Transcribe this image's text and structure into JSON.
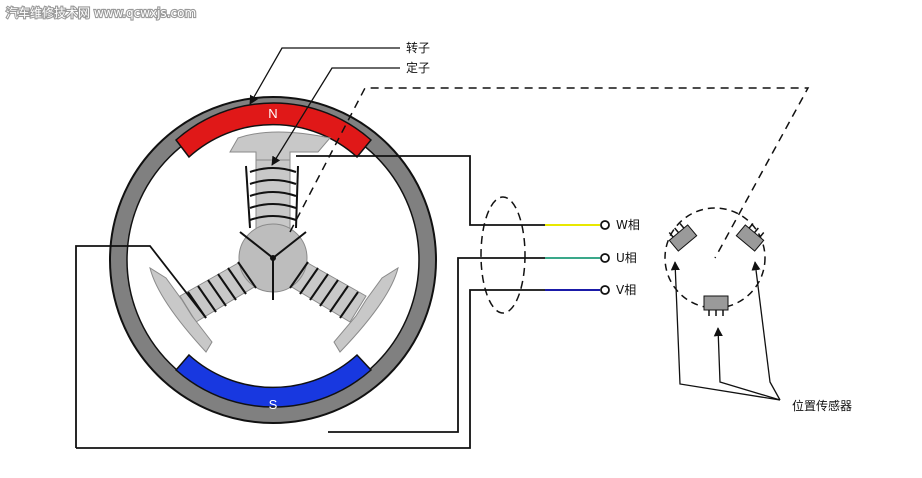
{
  "watermark": "汽车维修技术网 www.qcwxjs.com",
  "labels": {
    "rotor": "转子",
    "stator": "定子",
    "position_sensor": "位置传感器"
  },
  "poles": {
    "north": "N",
    "south": "S"
  },
  "phases": [
    {
      "id": "W",
      "label": "W相",
      "color": "#e8e800"
    },
    {
      "id": "U",
      "label": "U相",
      "color": "#3aa88a"
    },
    {
      "id": "V",
      "label": "V相",
      "color": "#1a1aa8"
    }
  ],
  "colors": {
    "ring": "#808080",
    "north_magnet": "#e01818",
    "south_magnet": "#1838e0",
    "stator_core": "#c8c8c8",
    "winding": "#111111"
  }
}
